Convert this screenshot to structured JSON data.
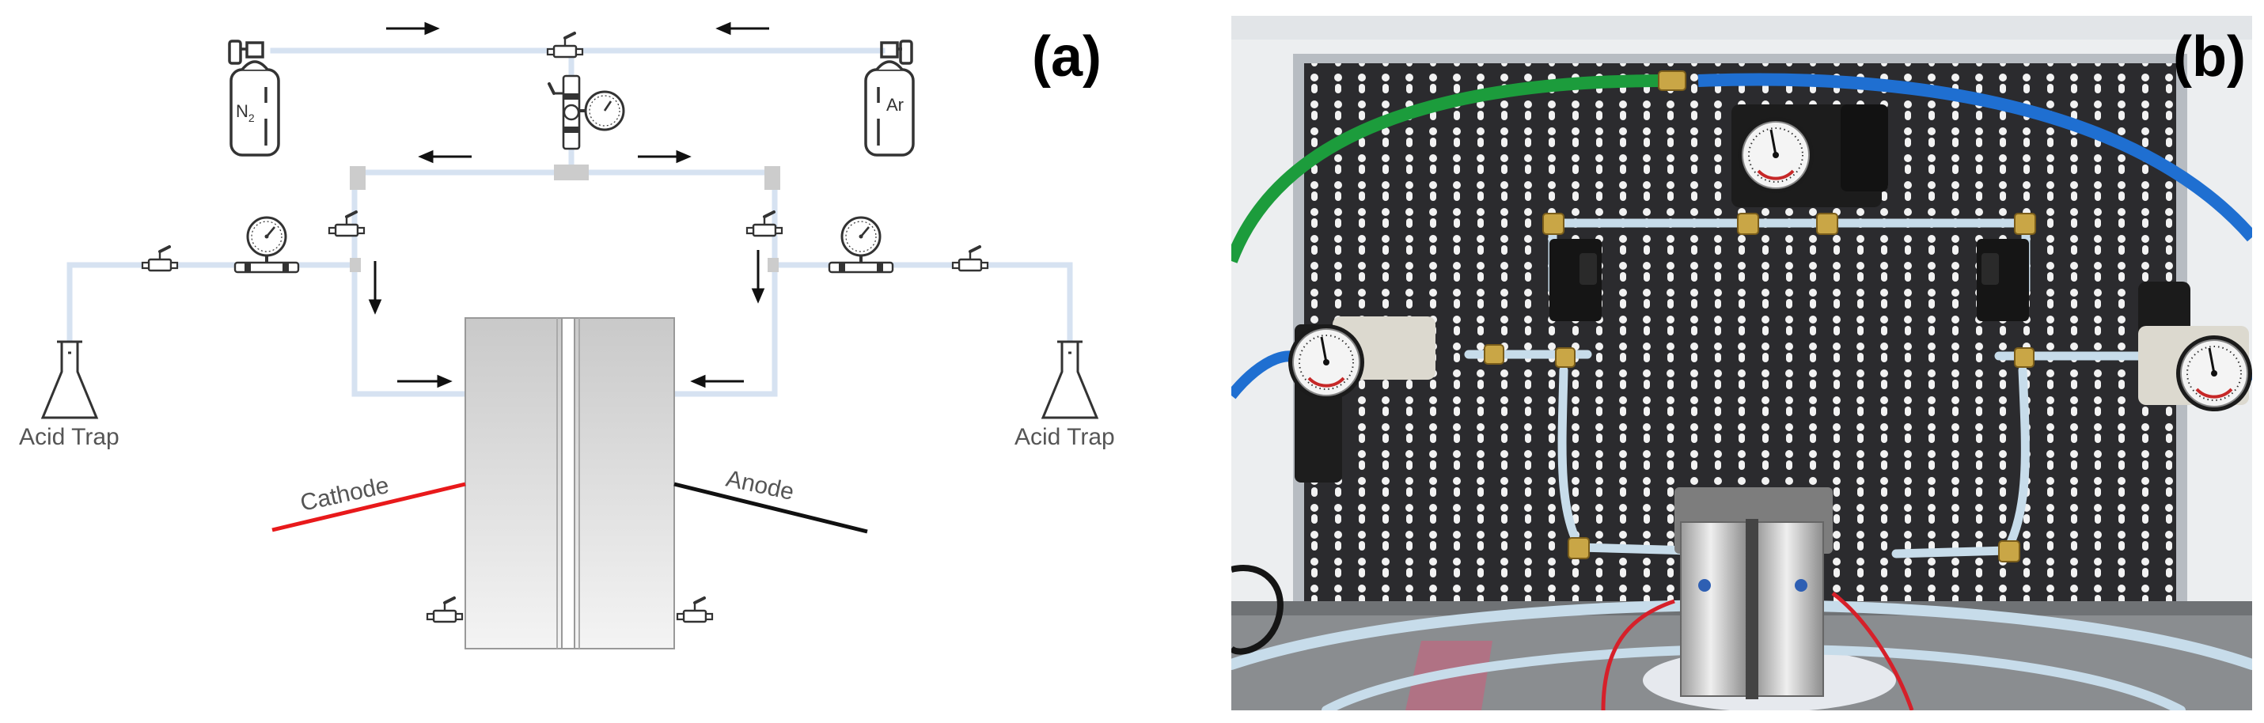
{
  "panel_a": {
    "label": "(a)",
    "gas_left": {
      "letter": "N",
      "subscript": "2"
    },
    "gas_right": {
      "letter": "Ar"
    },
    "acid_trap_left": "Acid Trap",
    "acid_trap_right": "Acid Trap",
    "cathode_label": "Cathode",
    "anode_label": "Anode",
    "colors": {
      "tube": "#d6e2f1",
      "tube_joint": "#cccccc",
      "cell_fill": "#d4d4d4",
      "cathode_wire": "#e8191b",
      "anode_wire": "#111111",
      "icon_stroke": "#333333",
      "label_text": "#555555"
    }
  },
  "panel_b": {
    "label": "(b)",
    "colors": {
      "backdrop": "#eceef0",
      "pegboard": "#2b2b2e",
      "frame": "#b7bcc2",
      "green_hose": "#1c9c3c",
      "blue_hose": "#1f6fd1",
      "clear_tube": "#c7dcea",
      "bench": "#8a8d90"
    }
  }
}
